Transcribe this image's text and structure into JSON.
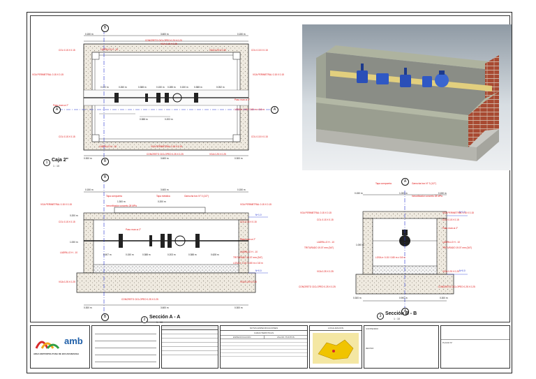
{
  "views": {
    "plan": {
      "number": "1",
      "title": "Caja 2\"",
      "scale": "1 : 10",
      "dims_top": [
        "0.150 m",
        "3.600 m",
        "0.150 m"
      ],
      "dims_bottom": [
        "0.300 m",
        "3.600 m",
        "0.300 m"
      ],
      "dims_inner": [
        "0.172 m",
        "0.260 m",
        "0.388 m",
        "0.150 m",
        "0.285 m",
        "0.150 m",
        "0.388 m",
        "0.052 m"
      ],
      "dims_mid": [
        "0.388 m",
        "0.203 m"
      ],
      "labels_left": [
        "COL 0.15 X 0.15",
        "VGA PERIMETRAL 0.15 X 0.15",
        "Paso muro ø 2\"",
        "COL 0.15 X 0.15"
      ],
      "labels_right": [
        "VGA 0.25 X 0.25",
        "COL 0.15 X 0.15",
        "VGA PERIMETRAL 0.15 X 0.15",
        "Paso muro ø 2\"",
        "LOSA e: 0.15 / 0.80 m x 0.8 m",
        "COL 0.15 X 0.15"
      ],
      "labels_top": [
        "LADRILLO H - 10",
        "CONCRETO CICLOPEO 0.20 X 0.20",
        "VGA 0.15 X 0.25"
      ],
      "labels_bottom": [
        "LADRILLO H - 10",
        "VGA PERIMETRAL 0.15 X 0.15",
        "CONCRETO CICLOPEO 0.25 X 0.25",
        "VGA 0.25 X 0.25"
      ],
      "grid_marks": [
        "B",
        "B",
        "A",
        "A"
      ]
    },
    "section_aa": {
      "number": "2",
      "title": "Sección A - A",
      "scale": "1 : 10",
      "dims_top": [
        "0.150 m",
        "3.600 m",
        "0.150 m"
      ],
      "dims_sub": [
        "1.300 m",
        "0.200 m"
      ],
      "dims_bottom": [
        "0.300 m",
        "3.600 m",
        "0.300 m"
      ],
      "dims_inner": [
        "0.607 m",
        "0.150 m",
        "0.388 m",
        "0.203 m",
        "0.388 m",
        "0.628 m"
      ],
      "dims_left": [
        "0.200 m",
        "1.000 m"
      ],
      "labels_left": [
        "VGA PERIMETRAL 0.15 X 0.15",
        "COL 0.15 X 0.15",
        "LADRILLO H - 10",
        "VGA 0.25 X 0.25"
      ],
      "labels_right": [
        "VGA PERIMETRAL 0.15 X 0.15",
        "COL 0.15 X 0.15",
        "Paso muro ø 2\"",
        "LADRILLO H - 10",
        "TRITURADO 19.07 mm (3/4\")",
        "LOSA e: 0.15 / 0.80 m x 0.8 m",
        "VGA 0.25 X 0.25"
      ],
      "labels_top": [
        "Tapa compuerta",
        "Inmovilizador concreto 28 MPa",
        "Tapa metálica",
        "Garrucha bvo N° 3 (1/2\")"
      ],
      "labels_center": [
        "Paso muro ø 2\""
      ],
      "labels_bottom": [
        "CONCRETO CICLOPEO 0.25 X 0.25"
      ],
      "levels": [
        "N+1.0",
        "N+0.0"
      ],
      "grid_marks": [
        "B",
        "B"
      ]
    },
    "section_bb": {
      "number": "3",
      "title": "Sección B - B",
      "scale": "1 : 10",
      "dims_top": [
        "0.150 m",
        "1.000 m",
        "0.150 m"
      ],
      "dims_bottom": [
        "0.300 m",
        "0.900 m",
        "0.300 m"
      ],
      "dims_left": [
        "1.000 m"
      ],
      "labels_left": [
        "VGA PERIMETRAL 0.15 X 0.15",
        "COL 0.15 X 0.15",
        "LADRILLO H - 10",
        "TRITURADO 19.07 mm (3/4\")",
        "VGA 0.25 X 0.25",
        "CONCRETO CICLOPEO 0.25 X 0.25"
      ],
      "labels_right": [
        "VGA PERIMETRAL 0.15 X 0.15",
        "COL 0.15 X 0.15",
        "Paso muro ø 2\"",
        "LADRILLO H - 10",
        "TRITURADO 19.07 mm (3/4\")",
        "VGA 0.25 X 0.25",
        "CONCRETO CICLOPEO 0.25 X 0.25"
      ],
      "labels_top": [
        "Tapa compuerta",
        "Garrucha bvo N° 3 (1/2\")",
        "Inmovilizador concreto 28 MPa"
      ],
      "labels_center": [
        "LOSA e: 0.15 / 0.80 m x 0.8 m"
      ],
      "levels": [
        "N+1.0",
        "N+0.0"
      ],
      "grid_marks": [
        "A",
        "A"
      ]
    }
  },
  "title_block": {
    "logo_org": "AREA METROPOLITANA DE BUCARAMANGA",
    "logo_abbr": "amb",
    "notes_heading": "NOTAS ESPECIFICACIONES",
    "notes_subheading": "CARACTERISTICAS",
    "notes_col_a": "ESPECIFICACION",
    "notes_col_b": "VALOR / PUNTOS",
    "localizacion": "LOCALIZACION",
    "box_a": "CONTENIDO",
    "box_b": "REVISO",
    "box_c": "PLANO N°"
  },
  "colors": {
    "annotation": "#e01010",
    "axis": "#2030d0",
    "outline": "#111111",
    "concrete": "#d9d4c8",
    "brick": "#a84a32"
  }
}
